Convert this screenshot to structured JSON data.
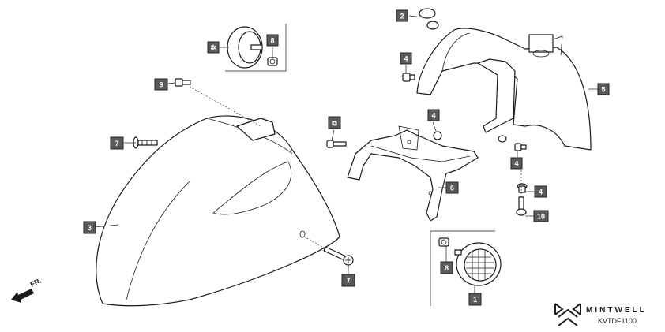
{
  "diagram": {
    "callouts": {
      "c1": "1",
      "c2": "2",
      "c3": "3",
      "c4a": "4",
      "c4b": "4",
      "c4c": "4",
      "c4d": "4",
      "c5": "5",
      "c6": "6",
      "c7a": "7",
      "c7b": "7",
      "c8a": "8",
      "c8b": "8",
      "c9": "9",
      "c10": "10"
    },
    "direction_label": "FR.",
    "brand_name": "MINTWELL",
    "diagram_code": "KVTDF1100",
    "icon_names": [
      "grommet-icon",
      "reflector-icon",
      "fender-icon",
      "bracket-icon",
      "logo-icon",
      "arrow-icon"
    ]
  }
}
